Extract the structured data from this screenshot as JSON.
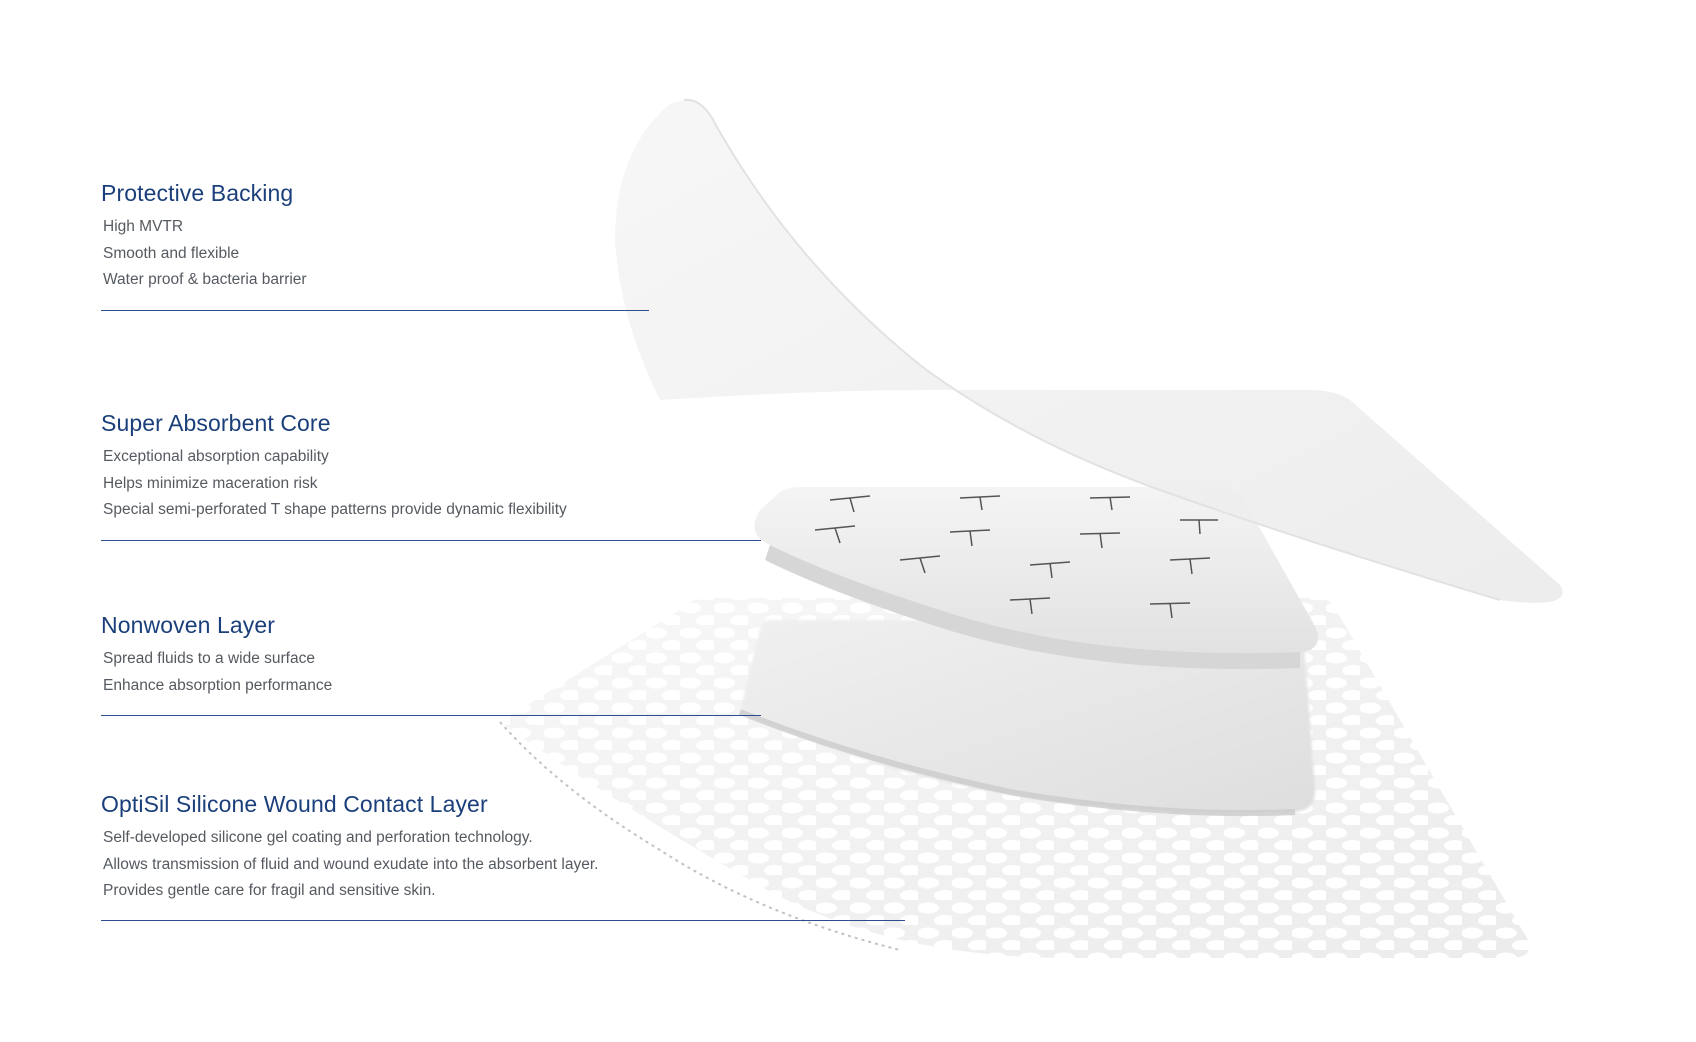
{
  "layers": [
    {
      "title": "Protective Backing",
      "features": [
        "High MVTR",
        "Smooth and flexible",
        "Water proof & bacteria barrier"
      ]
    },
    {
      "title": "Super Absorbent Core",
      "features": [
        "Exceptional absorption capability",
        "Helps minimize maceration risk",
        "Special semi-perforated T shape patterns provide dynamic flexibility"
      ]
    },
    {
      "title": "Nonwoven Layer",
      "features": [
        "Spread fluids to a wide surface",
        "Enhance absorption performance"
      ]
    },
    {
      "title": "OptiSil Silicone Wound Contact Layer",
      "features": [
        "Self-developed silicone gel coating and perforation technology.",
        "Allows transmission of fluid and wound exudate into the absorbent layer.",
        "Provides gentle care for fragil and sensitive skin."
      ]
    }
  ],
  "colors": {
    "title": "#1b3f7a",
    "text": "#555a60",
    "line": "#2b4f8c"
  }
}
